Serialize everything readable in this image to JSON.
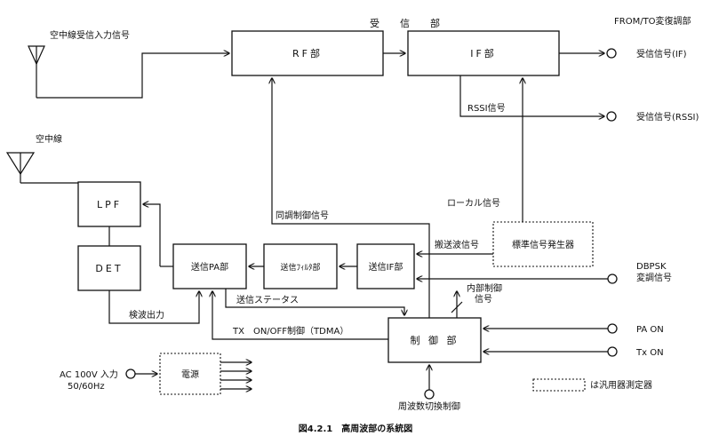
{
  "blocks": {
    "receiver_group": "受　信　部",
    "rf": "RF部",
    "if_rx": "IF部",
    "lpf": "LPF",
    "det": "DET",
    "tx_pa": "送信PA部",
    "tx_filter": "送信ﾌｨﾙﾀ部",
    "tx_if": "送信IF部",
    "ref_gen": "標準信号発生器",
    "control": "制 御 部",
    "power": "電源"
  },
  "labels": {
    "antenna_rx_input": "空中線受信入力信号",
    "antenna": "空中線",
    "from_to_modem": "FROM/TO変復調部",
    "rx_signal_if": "受信信号(IF)",
    "rssi_signal": "RSSI信号",
    "rx_signal_rssi": "受信信号(RSSI)",
    "tuning_control": "同調制御信号",
    "local_signal": "ローカル信号",
    "carrier_signal": "搬送波信号",
    "dbpsk_line1": "DBPSK",
    "dbpsk_line2": "変調信号",
    "internal_control_line1": "内部制御",
    "internal_control_line2": "信号",
    "tx_status": "送信ステータス",
    "detect_output": "検波出力",
    "tx_onoff": "TX　ON/OFF制御（TDMA）",
    "pa_on": "PA ON",
    "tx_on": "Tx ON",
    "ac_input_line1": "AC 100V 入力",
    "ac_input_line2": "50/60Hz",
    "freq_switch": "周波数切換制御",
    "legend_text": "は汎用器測定器",
    "caption": "図4.2.1　高周波部の系統図"
  }
}
